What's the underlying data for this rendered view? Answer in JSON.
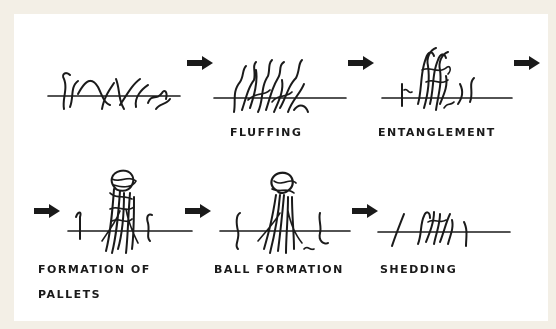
{
  "stages": [
    {
      "id": "initial",
      "label": ""
    },
    {
      "id": "fluffing",
      "label": "FLUFFING"
    },
    {
      "id": "entanglement",
      "label": "ENTANGLEMENT"
    },
    {
      "id": "formation-of-pallets",
      "label_line1": "FORMATION OF",
      "label_line2": "PALLETS"
    },
    {
      "id": "ball-formation",
      "label": "BALL FORMATION"
    },
    {
      "id": "shedding",
      "label": "SHEDDING"
    }
  ],
  "arrow_icon": "right-arrow-icon",
  "colors": {
    "background": "#f3efe6",
    "panel": "#ffffff",
    "ink": "#1a1a1a"
  }
}
